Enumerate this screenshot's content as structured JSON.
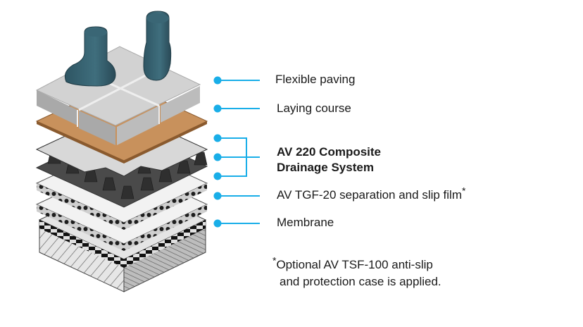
{
  "diagram": {
    "title": "AV 220 Composite Drainage System layer build-up",
    "accent_color": "#19aee8",
    "layers": [
      {
        "id": "flexible-paving",
        "label": "Flexible paving"
      },
      {
        "id": "laying-course",
        "label": "Laying course"
      },
      {
        "id": "av220",
        "label_line1": "AV 220 Composite",
        "label_line2": "Drainage System"
      },
      {
        "id": "separation-film",
        "label": "AV TGF-20 separation and slip film",
        "marker": "*"
      },
      {
        "id": "membrane",
        "label": "Membrane"
      }
    ],
    "footnote": {
      "marker": "*",
      "line1": "Optional AV TSF-100 anti-slip",
      "line2": "and protection case is applied."
    }
  }
}
